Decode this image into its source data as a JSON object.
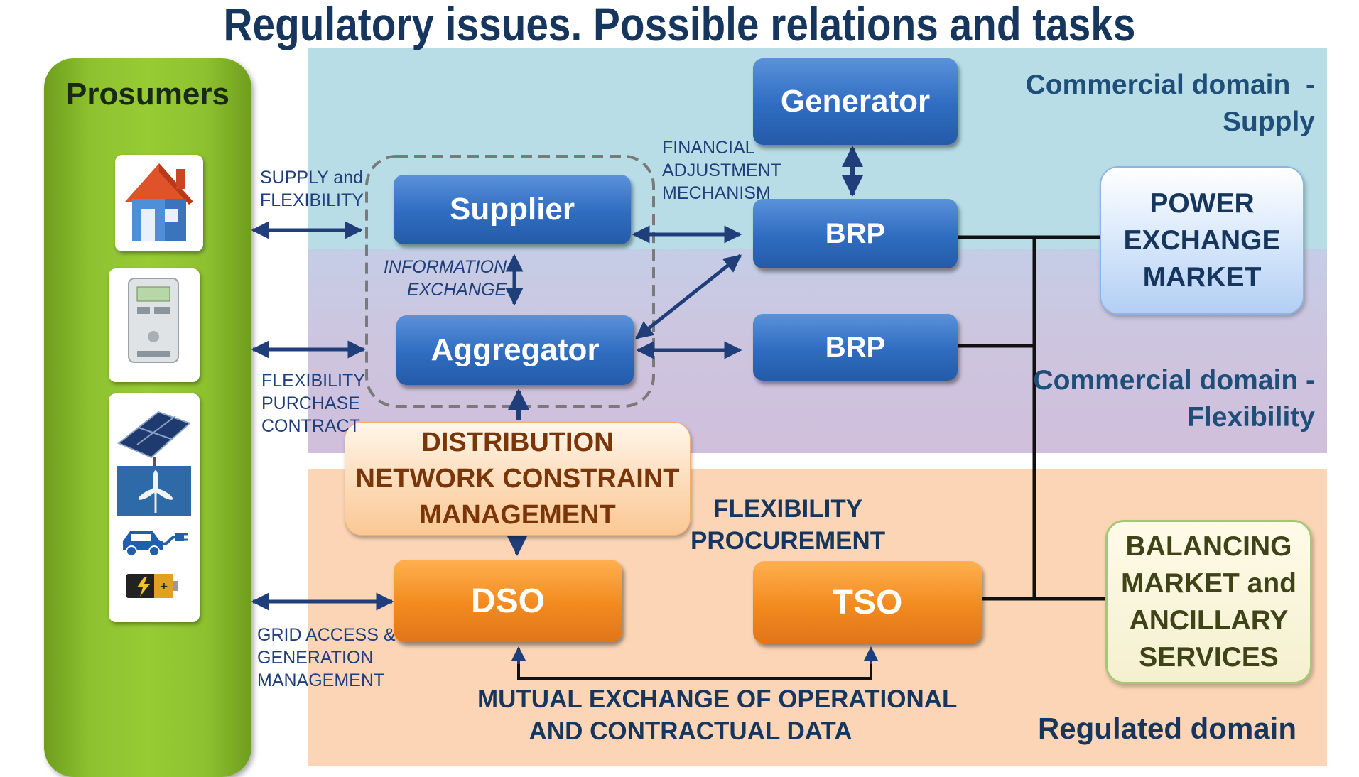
{
  "title": "Regulatory issues. Possible relations and tasks",
  "prosumers": {
    "label": "Prosumers",
    "icons": [
      "house-icon",
      "smart-meter-icon",
      "solar-panel-icon",
      "wind-turbine-icon",
      "electric-car-icon",
      "battery-icon"
    ]
  },
  "domains": {
    "supply_line1": "Commercial domain  -",
    "supply_line2": "Supply",
    "flex_line1": "Commercial domain -",
    "flex_line2": "Flexibility",
    "regulated": "Regulated domain"
  },
  "nodes": {
    "generator": "Generator",
    "supplier": "Supplier",
    "aggregator": "Aggregator",
    "brp_top": "BRP",
    "brp_bottom": "BRP",
    "dso": "DSO",
    "tso": "TSO",
    "dncm": [
      "DISTRIBUTION",
      "NETWORK CONSTRAINT",
      "MANAGEMENT"
    ],
    "power_exchange": [
      "POWER",
      "EXCHANGE",
      "MARKET"
    ],
    "balancing": [
      "BALANCING",
      "MARKET and",
      "ANCILLARY",
      "SERVICES"
    ]
  },
  "labels": {
    "supply_flex": [
      "SUPPLY and",
      "FLEXIBILITY"
    ],
    "financial": [
      "FINANCIAL",
      "ADJUSTMENT",
      "MECHANISM"
    ],
    "info_exchange": [
      "INFORMATION",
      "EXCHANGE"
    ],
    "flex_purchase": [
      "FLEXIBILITY",
      "PURCHASE",
      "CONTRACT"
    ],
    "flex_procurement": [
      "FLEXIBILITY",
      "PROCUREMENT"
    ],
    "grid_access": [
      "GRID ACCESS &",
      "GENERATION",
      "MANAGEMENT"
    ],
    "mutual_exchange": [
      "MUTUAL EXCHANGE OF OPERATIONAL",
      "AND CONTRACTUAL DATA"
    ]
  },
  "colors": {
    "supply_band": "#b8dde7",
    "flex_band": "#cdc5df",
    "regulated_band": "#fbd5b5",
    "prosumers_green": "#8dc12f",
    "blue_box": "#2f6cc0",
    "orange_box": "#f28a1e",
    "arrow": "#1f3e7a"
  }
}
